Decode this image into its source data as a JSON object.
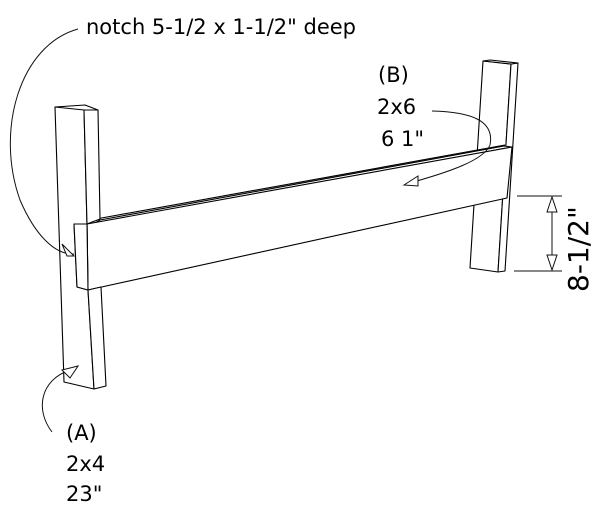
{
  "drawing": {
    "notch_callout": "notch 5-1/2 x 1-1/2\" deep",
    "part_b": {
      "id": "(B)",
      "size": "2x6",
      "length": "6 1\""
    },
    "part_a": {
      "id": "(A)",
      "size": "2x4",
      "length": "23\""
    },
    "dimension": {
      "value": "8-1/2\""
    },
    "colors": {
      "line": "#000000",
      "background": "#ffffff"
    }
  }
}
